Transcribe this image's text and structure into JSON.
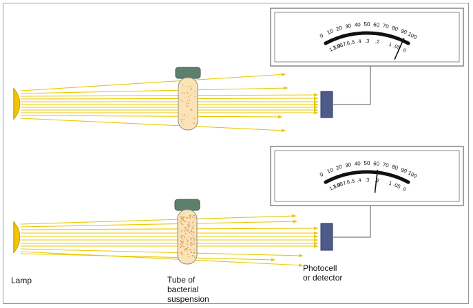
{
  "labels": {
    "lamp": "Lamp",
    "tube": [
      "Tube of",
      "bacterial",
      "suspension"
    ],
    "detector": [
      "Photocell",
      "or detector"
    ]
  },
  "meter": {
    "transmittance_ticks": [
      "0",
      "10",
      "20",
      "30",
      "40",
      "50",
      "60",
      "70",
      "80",
      "90",
      "100"
    ],
    "absorbance_ticks": [
      "1.3",
      "1.0",
      ".9",
      ".8",
      ".7",
      ".6",
      ".5",
      ".4",
      ".3",
      ".2",
      ".1",
      ".05",
      "0"
    ]
  },
  "panels": [
    {
      "id": "low-turbidity",
      "needle_percent_transmittance": 93
    },
    {
      "id": "high-turbidity",
      "needle_percent_transmittance": 62
    }
  ],
  "colors": {
    "lamp": "#f2c500",
    "light_ray": "#e8c800",
    "detector": "#4e5a8a",
    "tube_cap": "#5e7f6c",
    "suspension": "#fbe3b8",
    "meter_arc": "#111111"
  }
}
